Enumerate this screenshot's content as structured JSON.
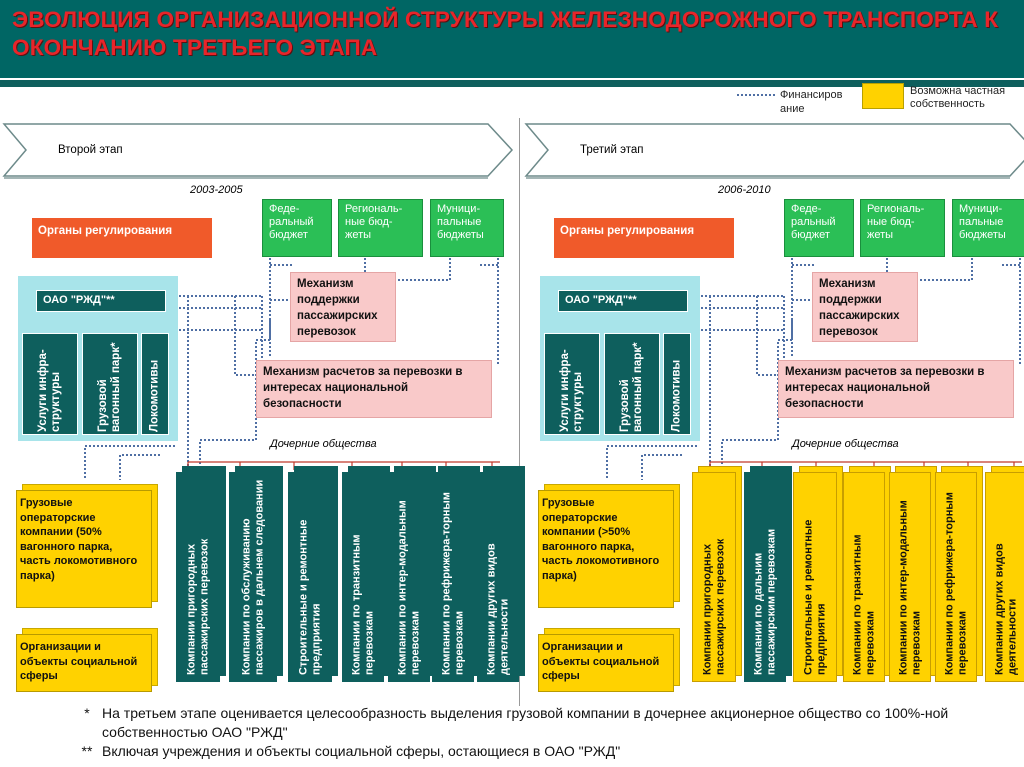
{
  "title": "ЭВОЛЮЦИЯ ОРГАНИЗАЦИОННОЙ СТРУКТУРЫ ЖЕЛЕЗНОДОРОЖНОГО ТРАНСПОРТА К ОКОНЧАНИЮ ТРЕТЬЕГО ЭТАПА",
  "legend": {
    "financing": "Финансиров ание",
    "private": "Возможна частная собственность"
  },
  "colors": {
    "header": "#006664",
    "title": "#e8252a",
    "teal": "#0e5f5d",
    "gold": "#ffd200",
    "regulators": "#f05a2a",
    "budgets": "#2bbf56",
    "mechanisms": "#f9c9c9",
    "rzd_panel": "#a8e4ea",
    "financing_line": "#4f6fa4"
  },
  "stages": [
    {
      "name": "Второй этап",
      "period": "2003-2005",
      "regulators": "Органы регулирования",
      "budgets": [
        "Феде-ральный бюджет",
        "Региональ-ные бюд-жеты",
        "Муници-пальные бюджеты"
      ],
      "mech_passenger": "Механизм поддержки пассажирских перевозок",
      "mech_security": "Механизм расчетов за перевозки в интересах национальной безопасности",
      "rzd": "ОАО \"РЖД\"**",
      "rzd_units": [
        "Услуги инфра-структуры",
        "Грузовой вагонный парк*",
        "Локомотивы"
      ],
      "subsidiaries_label": "Дочерние общества",
      "operators": "Грузовые операторские компании (50% вагонного парка, часть локомотивного парка)",
      "social": "Организации и объекты социальной сферы",
      "companies": [
        {
          "label": "Компании пригородных пассажирских перевозок",
          "private": false
        },
        {
          "label": "Компании по обслуживанию пассажиров в дальнем следовании",
          "private": false
        },
        {
          "label": "Строительные и ремонтные предприятия",
          "private": false
        },
        {
          "label": "Компании по транзитным перевозкам",
          "private": false
        },
        {
          "label": "Компании по интер-модальным перевозкам",
          "private": false
        },
        {
          "label": "Компании по рефрижера-торным перевозкам",
          "private": false
        },
        {
          "label": "Компании других видов деятельности",
          "private": false
        }
      ]
    },
    {
      "name": "Третий этап",
      "period": "2006-2010",
      "regulators": "Органы регулирования",
      "budgets": [
        "Феде-ральный бюджет",
        "Региональ-ные бюд-жеты",
        "Муници-пальные бюджеты"
      ],
      "mech_passenger": "Механизм поддержки пассажирских перевозок",
      "mech_security": "Механизм расчетов за перевозки в интересах национальной безопасности",
      "rzd": "ОАО \"РЖД\"**",
      "rzd_units": [
        "Услуги инфра-структуры",
        "Грузовой вагонный парк*",
        "Локомотивы"
      ],
      "subsidiaries_label": "Дочерние общества",
      "operators": "Грузовые операторские компании (>50% вагонного парка, часть локомотивного парка)",
      "social": "Организации и объекты социальной сферы",
      "companies": [
        {
          "label": "Компании пригородных пассажирских перевозок",
          "private": true
        },
        {
          "label": "Компании по дальним пассажирским перевозкам",
          "private": false
        },
        {
          "label": "Строительные и ремонтные предприятия",
          "private": true
        },
        {
          "label": "Компании по транзитным перевозкам",
          "private": true
        },
        {
          "label": "Компании по интер-модальным перевозкам",
          "private": true
        },
        {
          "label": "Компании по рефрижера-торным перевозкам",
          "private": true
        },
        {
          "label": "Компании других видов деятельности",
          "private": true
        }
      ]
    }
  ],
  "footnotes": [
    {
      "mark": "*",
      "text": "На третьем этапе оценивается целесообразность выделения грузовой компании в дочернее акционерное общество со 100%-ной собственностью ОАО \"РЖД\""
    },
    {
      "mark": "**",
      "text": "Включая учреждения и объекты социальной сферы, остающиеся в ОАО \"РЖД\""
    }
  ]
}
